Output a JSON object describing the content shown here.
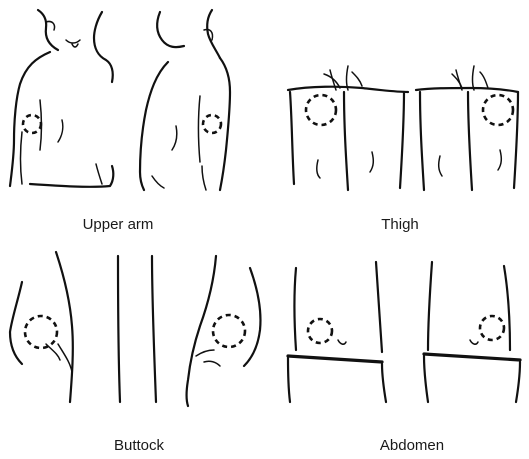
{
  "diagram": {
    "panels": [
      {
        "id": "upper-arm",
        "label": "Upper arm"
      },
      {
        "id": "thigh",
        "label": "Thigh"
      },
      {
        "id": "buttock",
        "label": "Buttock"
      },
      {
        "id": "abdomen",
        "label": "Abdomen"
      }
    ],
    "colors": {
      "ink": "#111111",
      "background": "#ffffff"
    }
  }
}
